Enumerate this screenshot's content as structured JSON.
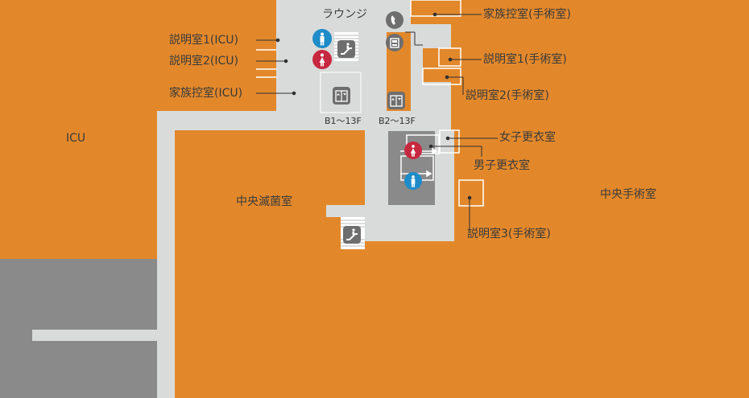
{
  "colors": {
    "room": "#E2882B",
    "corridor": "#D9DBDA",
    "gray_block": "#8A8A8A",
    "white_line": "#FFFFFF",
    "icon_bg": "#6E6E6E",
    "female": "#C7283F",
    "male": "#1E8CC8"
  },
  "labels": {
    "lounge": "ラウンジ",
    "icu": "ICU",
    "explain1_icu": "説明室1(ICU)",
    "explain2_icu": "説明室2(ICU)",
    "family_icu": "家族控室(ICU)",
    "family_surgery": "家族控室(手術室)",
    "explain1_surgery": "説明室1(手術室)",
    "explain2_surgery": "説明室2(手術室)",
    "explain3_surgery": "説明室3(手術室)",
    "womens_locker": "女子更衣室",
    "mens_locker": "男子更衣室",
    "central_surgery": "中央手術室",
    "central_sterile": "中央滅菌室",
    "elevator1_range": "B1～13F",
    "elevator2_range": "B2～13F"
  },
  "icons": [
    "male-restroom-icon",
    "female-restroom-icon",
    "escalator-icon",
    "elevator-icon",
    "phone-icon",
    "vending-machine-icon"
  ]
}
